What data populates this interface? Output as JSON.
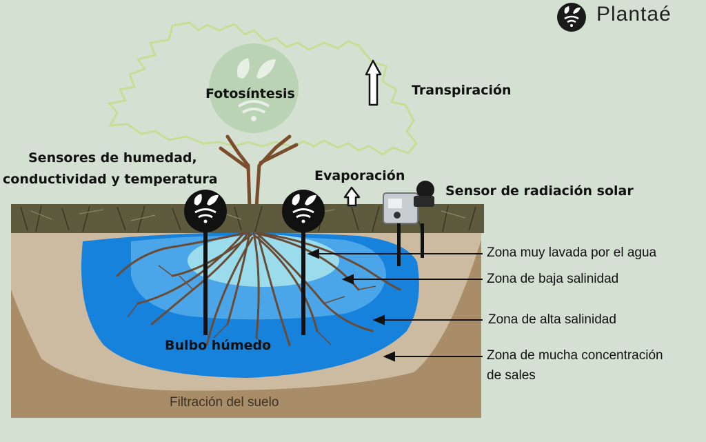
{
  "brand": {
    "name": "Plantaé",
    "logo_icon": "plantae-leaf-wifi-icon"
  },
  "labels": {
    "photosynthesis": "Fotosíntesis",
    "transpiration": "Transpiración",
    "sensors_line1": "Sensores de humedad,",
    "sensors_line2": "conductividad  y temperatura",
    "evaporation": "Evaporación",
    "solar_sensor": "Sensor de radiación solar",
    "wet_bulb": "Bulbo húmedo",
    "soil_filtration": "Filtración del suelo"
  },
  "zones": [
    {
      "line1": "Zona muy lavada por el agua",
      "line2": ""
    },
    {
      "line1": "Zona de baja salinidad",
      "line2": ""
    },
    {
      "line1": "Zona de alta salinidad",
      "line2": ""
    },
    {
      "line1": "Zona de mucha concentración",
      "line2": "de sales"
    }
  ],
  "colors": {
    "background": "#d4e1d2",
    "soil": "#a98d68",
    "soil_inner": "#ccbba0",
    "bulb_outer": "#1682dc",
    "bulb_mid": "#4aa6e8",
    "bulb_inner": "#9bdcec",
    "roots": "#6b4a33",
    "crown_outline": "#c4df95",
    "sensor_dark": "#111111"
  }
}
